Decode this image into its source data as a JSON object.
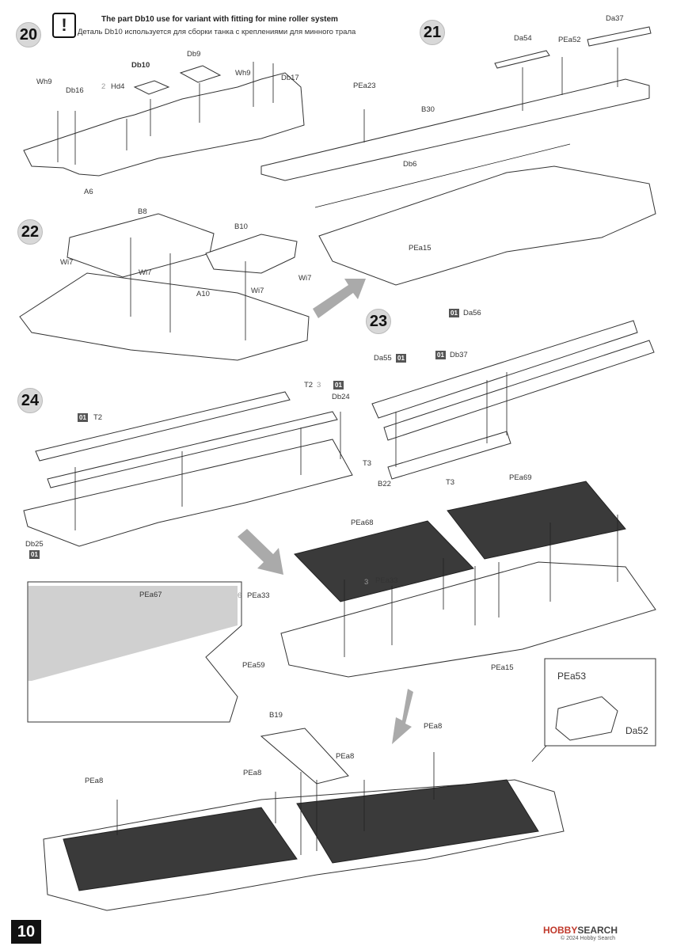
{
  "steps": {
    "s20": "20",
    "s21": "21",
    "s22": "22",
    "s23": "23",
    "s24": "24"
  },
  "note": {
    "mark": "!",
    "en": "The part Db10 use for variant  with fitting for mine roller system",
    "ru": "Деталь Db10 используется  для сборки  танка с  креплениями для минного трала"
  },
  "step20": {
    "wh9a": "Wh9",
    "db16": "Db16",
    "qty": "2",
    "hd4": "Hd4",
    "db10": "Db10",
    "db9": "Db9",
    "wh9b": "Wh9",
    "db17": "Db17",
    "a6": "A6"
  },
  "step21": {
    "pea23": "PEa23",
    "da54": "Da54",
    "pea52": "PEa52",
    "da37": "Da37",
    "b30": "B30",
    "db6": "Db6",
    "pea15": "PEa15"
  },
  "step22": {
    "b8": "B8",
    "b10": "B10",
    "wi7a": "Wi7",
    "wi7b": "Wi7",
    "wi7c": "Wi7",
    "wi7d": "Wi7",
    "a10": "A10"
  },
  "step23": {
    "tag1": "01",
    "da56": "Da56",
    "da55": "Da55",
    "tag2": "01",
    "tag3": "01",
    "db37": "Db37",
    "t3a": "T3",
    "b22": "B22",
    "t3b": "T3"
  },
  "step24": {
    "t2a": "T2",
    "tag1": "01",
    "t2b": "T2",
    "qty": "3",
    "tag2": "01",
    "db24": "Db24",
    "db25": "Db25",
    "tag3": "01"
  },
  "lower": {
    "pea69": "PEa69",
    "pea68": "PEa68",
    "pea67": "PEa67",
    "qty6": "6",
    "pea33a": "PEa33",
    "qty3": "3",
    "pea33b": "PEa33",
    "pea59": "PEa59",
    "pea15": "PEa15",
    "pea53": "PEa53",
    "da52": "Da52",
    "b19": "B19",
    "pea8a": "PEa8",
    "pea8b": "PEa8",
    "pea8c": "PEa8",
    "pea8d": "PEa8"
  },
  "footer": {
    "page": "10",
    "watermark_red": "HOBBY",
    "watermark_dark": "SEARCH",
    "copyright": "© 2024 Hobby Search"
  }
}
